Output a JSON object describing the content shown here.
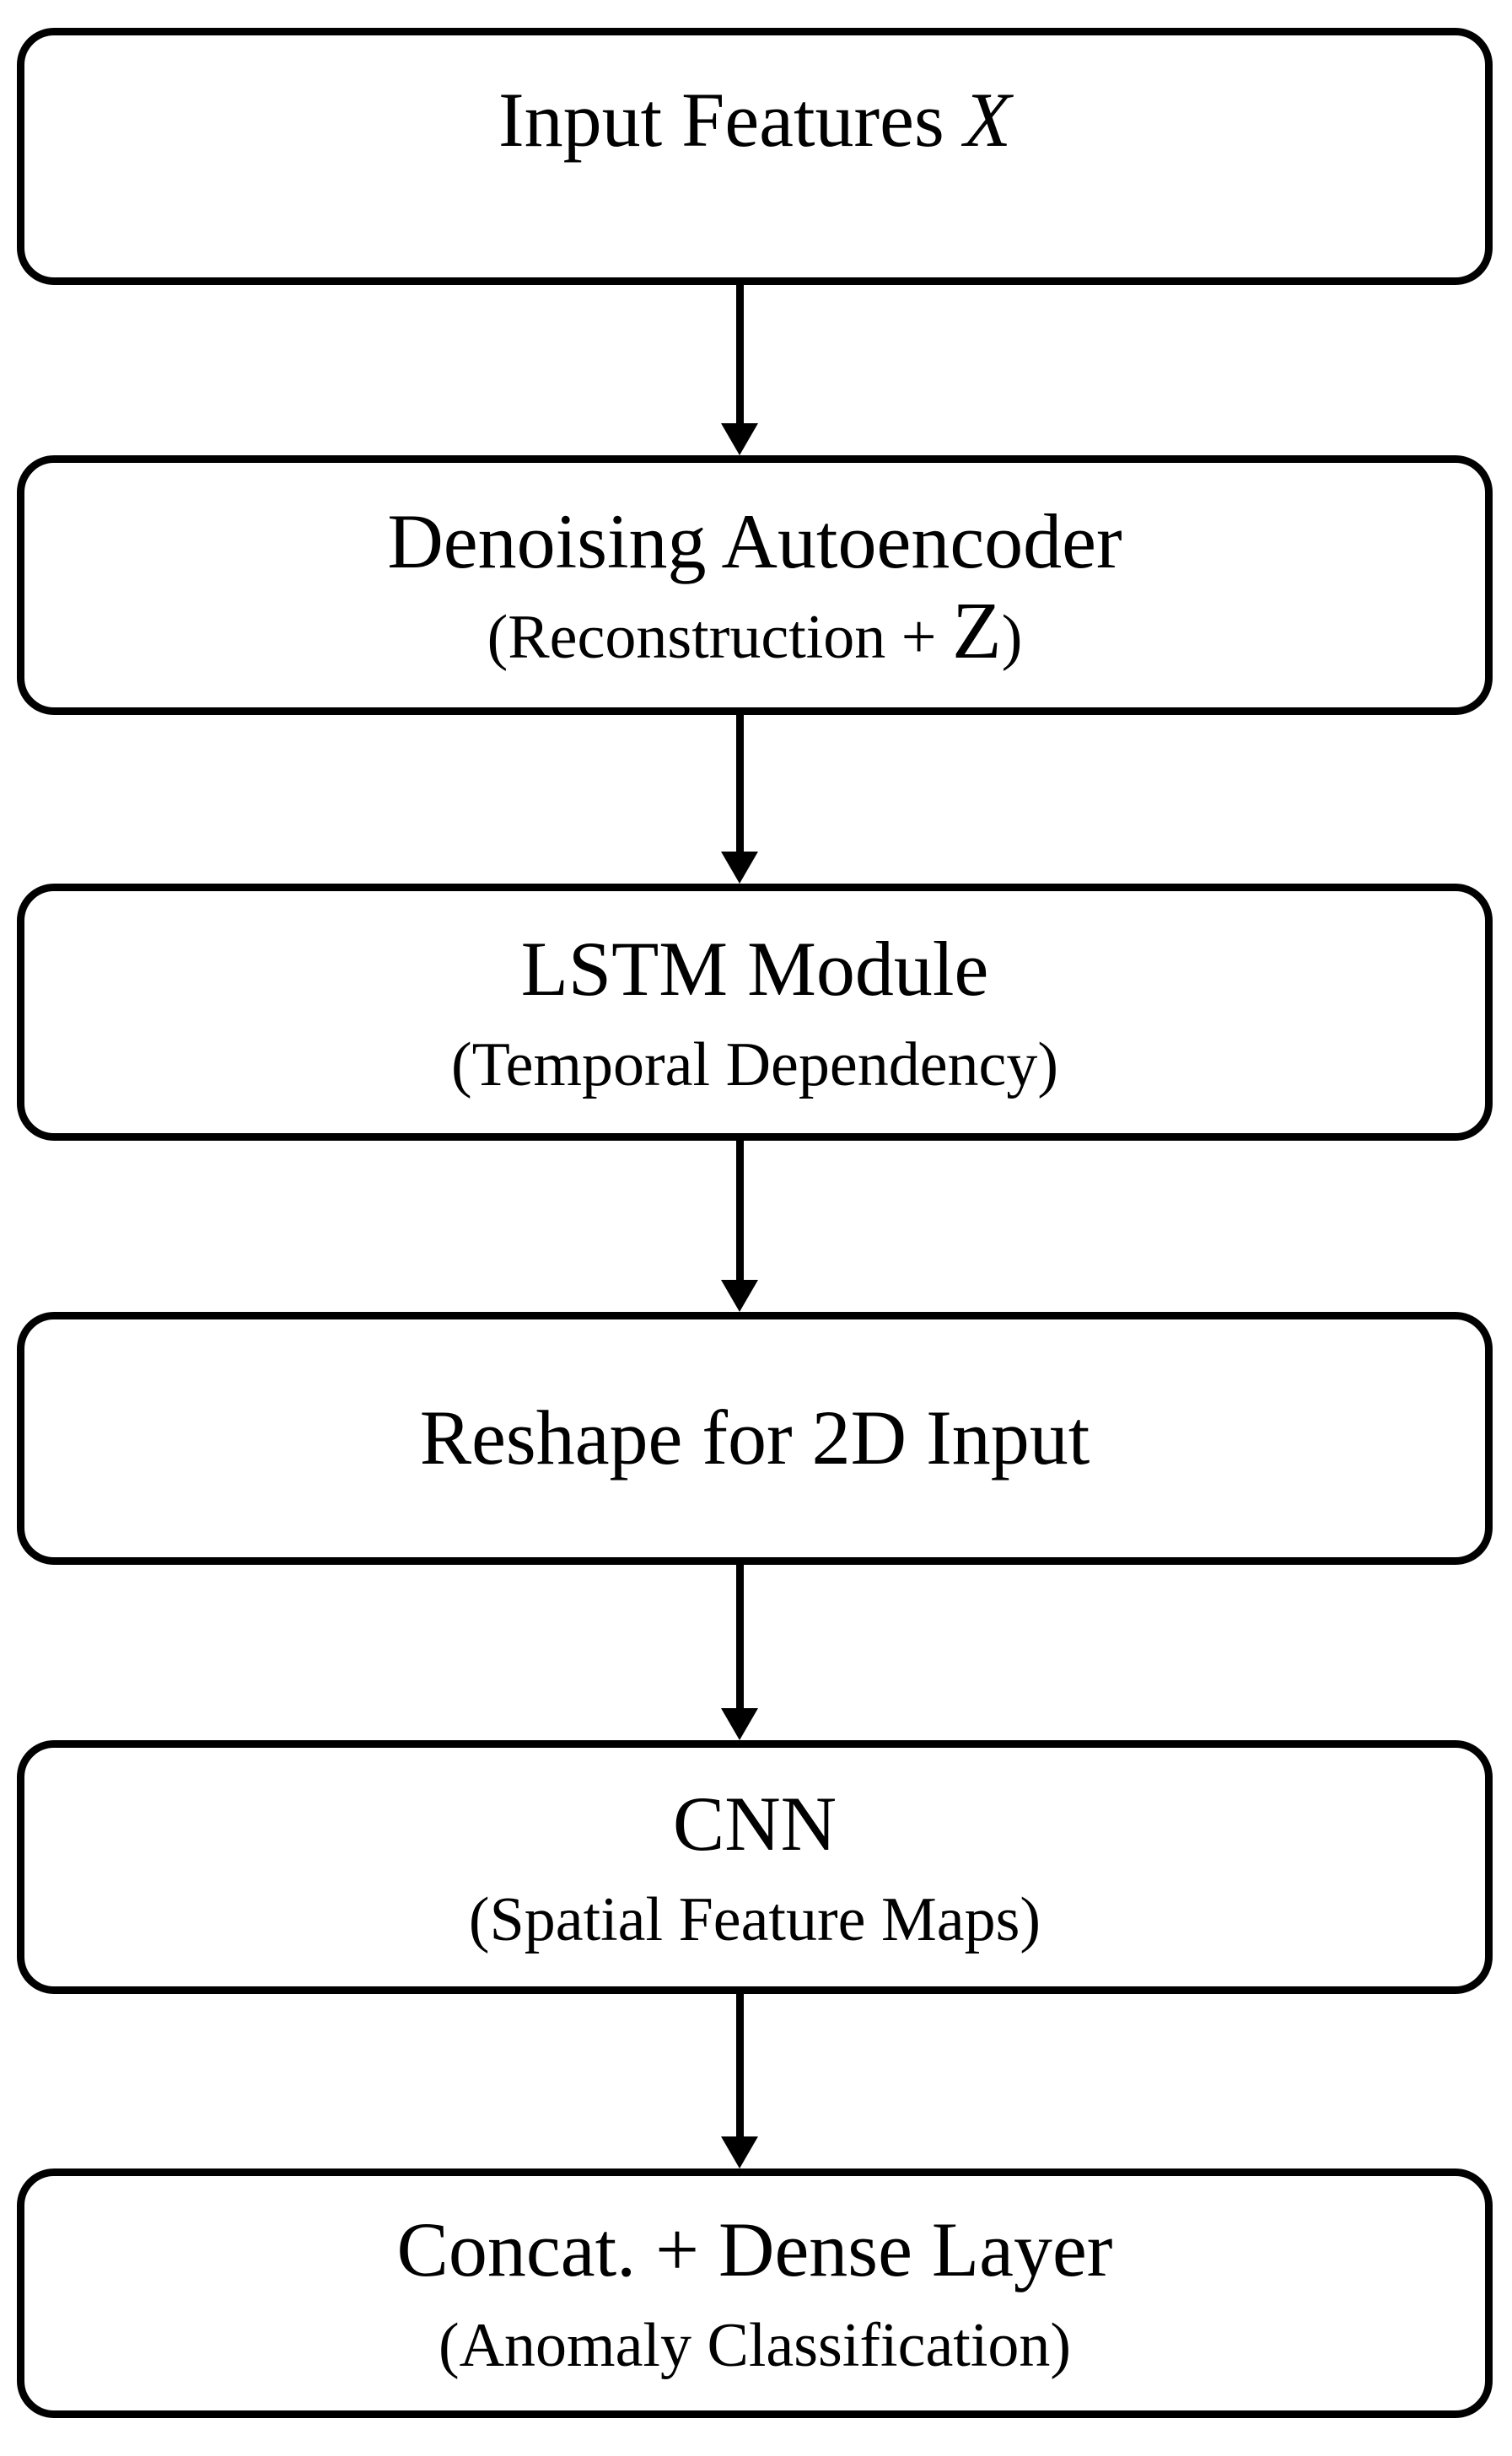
{
  "diagram": {
    "type": "flowchart",
    "direction": "top-down",
    "colors": {
      "line": "#000000",
      "box_fill": "#ffffff",
      "text": "#000000",
      "background": "#ffffff"
    },
    "boxes": [
      {
        "id": "input-features",
        "title_text": "Input Features ",
        "title_var": "X"
      },
      {
        "id": "denoising-autoencoder",
        "title": "Denoising Autoencoder",
        "subtitle_pre": "(Reconstruction + ",
        "subtitle_var": "Z",
        "subtitle_post": ")"
      },
      {
        "id": "lstm-module",
        "title": "LSTM Module",
        "subtitle": "(Temporal Dependency)"
      },
      {
        "id": "reshape-2d",
        "title": "Reshape for 2D Input"
      },
      {
        "id": "cnn",
        "title": "CNN",
        "subtitle": "(Spatial Feature Maps)"
      },
      {
        "id": "concat-dense",
        "title": "Concat. + Dense Layer",
        "subtitle": "(Anomaly Classification)"
      }
    ],
    "edges": [
      {
        "from": "input-features",
        "to": "denoising-autoencoder"
      },
      {
        "from": "denoising-autoencoder",
        "to": "lstm-module"
      },
      {
        "from": "lstm-module",
        "to": "reshape-2d"
      },
      {
        "from": "reshape-2d",
        "to": "cnn"
      },
      {
        "from": "cnn",
        "to": "concat-dense"
      }
    ]
  }
}
